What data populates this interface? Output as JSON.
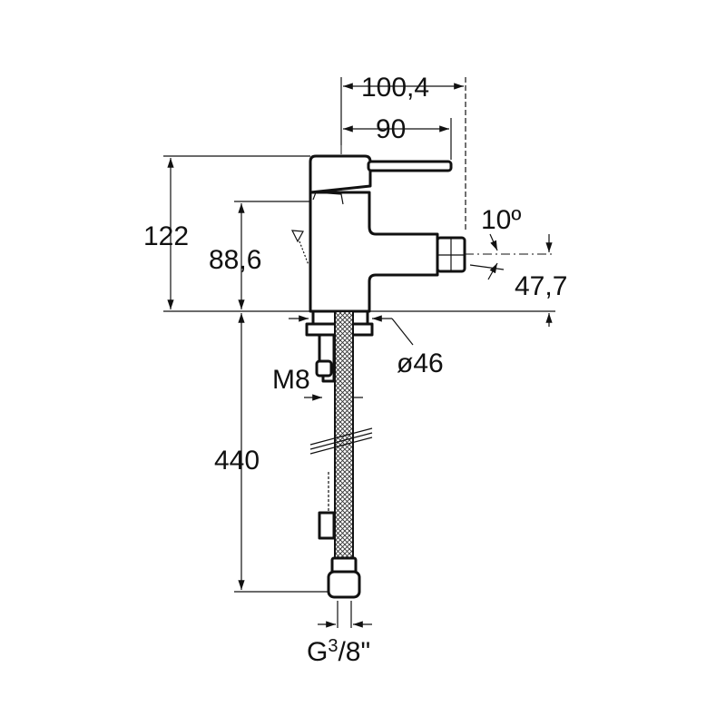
{
  "title": "Bidet mixer dimensional drawing",
  "dimensions": {
    "total_reach": "100,4",
    "lever_reach": "90",
    "total_height": "122",
    "spout_height": "88,6",
    "spout_angle": "10º",
    "spout_axis_height": "47,7",
    "base_diameter": "ø46",
    "stud_thread": "M8",
    "hose_length": "440",
    "hose_connection_main": "G",
    "hose_connection_num": "3",
    "hose_connection_den": "/8\""
  },
  "colors": {
    "line": "#111111",
    "background": "#ffffff"
  }
}
